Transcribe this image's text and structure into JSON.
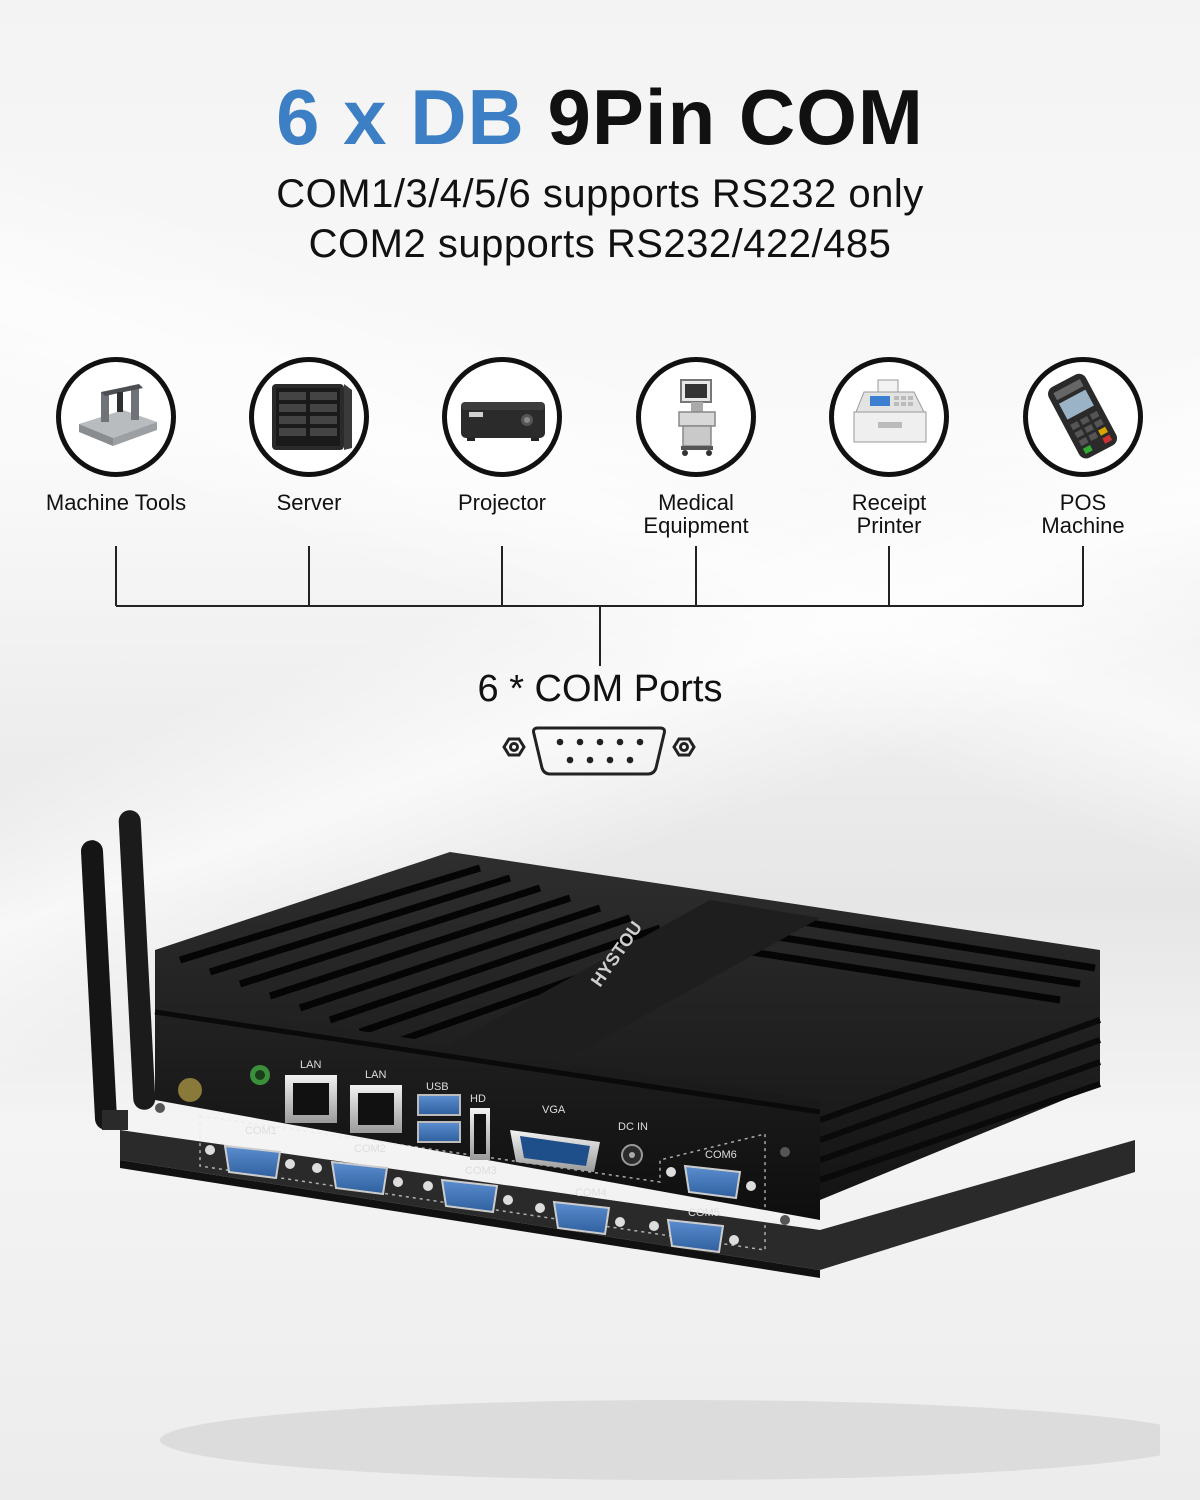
{
  "headline": {
    "accent": "6 x DB",
    "rest": "9Pin COM"
  },
  "subtitle": {
    "line1": "COM1/3/4/5/6 supports RS232 only",
    "line2": "COM2 supports RS232/422/485"
  },
  "applications": [
    {
      "icon": "machine-tools-icon",
      "line1": "Machine Tools",
      "line2": ""
    },
    {
      "icon": "server-icon",
      "line1": "Server",
      "line2": ""
    },
    {
      "icon": "projector-icon",
      "line1": "Projector",
      "line2": ""
    },
    {
      "icon": "medical-equipment-icon",
      "line1": "Medical",
      "line2": "Equipment"
    },
    {
      "icon": "receipt-printer-icon",
      "line1": "Receipt",
      "line2": "Printer"
    },
    {
      "icon": "pos-machine-icon",
      "line1": "POS",
      "line2": "Machine"
    }
  ],
  "ports_label": "6 * COM Ports",
  "device": {
    "brand": "HYSTOU",
    "port_labels": {
      "lan1": "LAN",
      "lan2": "LAN",
      "usb": "USB",
      "hd": "HD",
      "vga": "VGA",
      "dcin": "DC IN",
      "com1": "COM1",
      "com2": "COM2",
      "com3": "COM3",
      "com4": "COM4",
      "com5": "COM5",
      "com6": "COM6"
    }
  },
  "colors": {
    "accent": "#3d7fc4",
    "text": "#111111",
    "device_body": "#1b1b1b",
    "port_blue": "#3a6fb5"
  }
}
